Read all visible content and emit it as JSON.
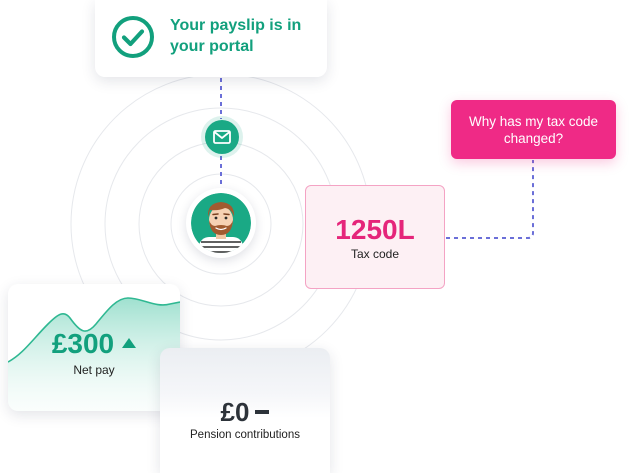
{
  "payslip": {
    "message": "Your payslip is in your portal",
    "icon": "checkmark-circle-icon"
  },
  "mail": {
    "icon": "envelope-icon"
  },
  "avatar": {
    "icon": "bearded-man-avatar-icon"
  },
  "question": {
    "text": "Why has my tax code changed?"
  },
  "tax": {
    "code": "1250L",
    "label": "Tax code"
  },
  "net_pay": {
    "amount": "£300",
    "label": "Net pay",
    "trend_icon": "up-triangle-icon"
  },
  "pension": {
    "amount": "£0",
    "label": "Pension contributions",
    "trend_icon": "dash-icon"
  },
  "colors": {
    "green": "#12a07d",
    "pink": "#ef2a86",
    "tax_pink": "#e5257a",
    "connector": "#6b6fd8"
  }
}
